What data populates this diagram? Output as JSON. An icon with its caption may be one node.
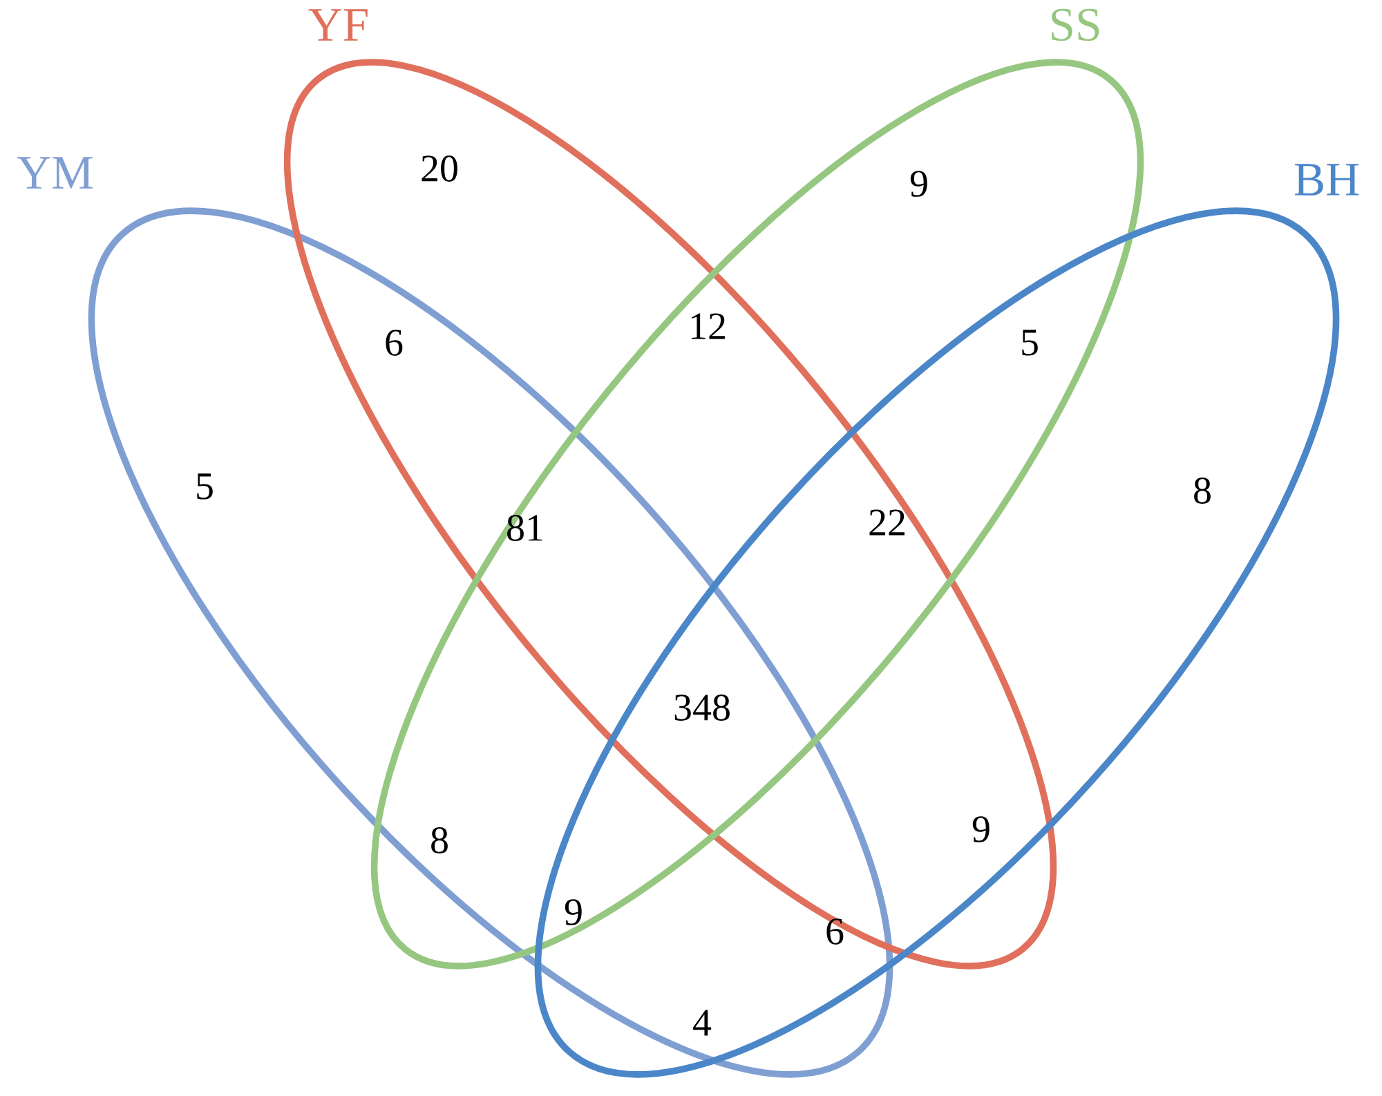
{
  "diagram": {
    "nodes": [
      {
        "text": [
          "YM"
        ]
      },
      {
        "text": [
          "YF"
        ]
      },
      {
        "text": [
          "SS"
        ]
      },
      {
        "text": [
          "BH"
        ]
      }
    ],
    "labels": [
      "20",
      "9",
      "6",
      "12",
      "5",
      "5",
      "81",
      "22",
      "8",
      "348",
      "8",
      "9",
      "9",
      "6",
      "4"
    ]
  }
}
